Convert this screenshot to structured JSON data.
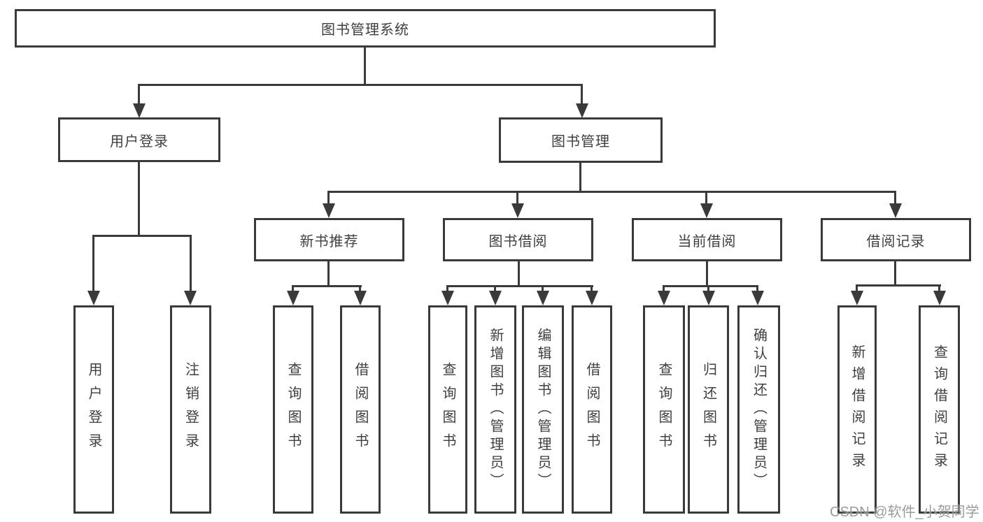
{
  "tree": {
    "label": "图书管理系统",
    "children": [
      {
        "label": "用户登录",
        "children": [
          {
            "label": "用户登录"
          },
          {
            "label": "注销登录"
          }
        ]
      },
      {
        "label": "图书管理",
        "children": [
          {
            "label": "新书推荐",
            "children": [
              {
                "label": "查询图书"
              },
              {
                "label": "借阅图书"
              }
            ]
          },
          {
            "label": "图书借阅",
            "children": [
              {
                "label": "查询图书"
              },
              {
                "label": "新增图书（管理员）"
              },
              {
                "label": "编辑图书（管理员）"
              },
              {
                "label": "借阅图书"
              }
            ]
          },
          {
            "label": "当前借阅",
            "children": [
              {
                "label": "查询图书"
              },
              {
                "label": "归还图书"
              },
              {
                "label": "确认归还（管理员）"
              }
            ]
          },
          {
            "label": "借阅记录",
            "children": [
              {
                "label": "新增借阅记录"
              },
              {
                "label": "查询借阅记录"
              }
            ]
          }
        ]
      }
    ]
  },
  "watermark": "CSDN @软件_小贺同学",
  "colors": {
    "line": "#3a3a3a",
    "text": "#3f3f3f",
    "box_background": "#ffffff",
    "watermark": "#828282"
  }
}
